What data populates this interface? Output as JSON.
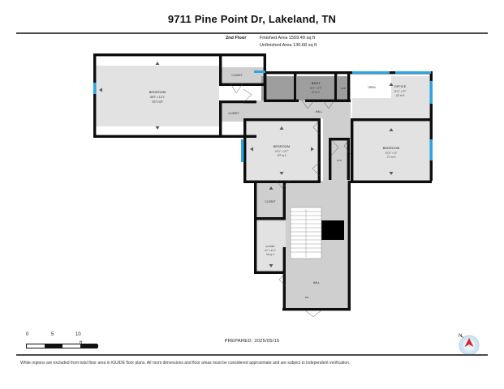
{
  "header": {
    "title": "9711 Pine Point Dr, Lakeland, TN",
    "floor_label": "2nd Floor",
    "finished_area": "Finished Area 1559.49 sq ft",
    "unfinished_area": "Unfinished Area 136.68 sq ft"
  },
  "rooms": {
    "bedroom_left": {
      "name": "BEDROOM",
      "dims": "34'5\" x 12'1\"",
      "area": "322 sq ft"
    },
    "bedroom_center": {
      "name": "BEDROOM",
      "dims": "14'11\" x 12'7\"",
      "area": "187 sq ft"
    },
    "bedroom_right": {
      "name": "BEDROOM",
      "dims": "15'11\" x 12'",
      "area": "171 sq ft"
    },
    "bath": {
      "name": "BATH",
      "dims": "12'1\" x 5'3\"",
      "area": "63 sq ft"
    },
    "office": {
      "name": "OFFICE",
      "dims": "15'11\" x 9'7\"",
      "area": "122 sq ft"
    },
    "closet_lower": {
      "name": "CLOSET",
      "dims": "4'7\" x 11'7\"",
      "area": "55 sq ft"
    },
    "closet_top": {
      "name": "CLOSET"
    },
    "closet_mid": {
      "name": "CLOSET"
    },
    "closet_stair": {
      "name": "CLOSET"
    },
    "clo_bath": {
      "name": "CLO"
    },
    "clo_bedroom": {
      "name": "CLO"
    },
    "open": {
      "name": "OPEN"
    },
    "hall_upper": {
      "name": "HALL"
    },
    "hall_lower": {
      "name": "HALL"
    },
    "stairs_down": {
      "name": "DN"
    }
  },
  "scale": {
    "tick_0": "0",
    "tick_5": "5",
    "tick_10": "10",
    "unit": "ft"
  },
  "footer": {
    "prepared": "PREPARED: 2025/05/15",
    "disclaimer": "White regions are excluded from total floor area in iGUIDE floor plans. All room dimensions and floor areas must be considered approximate and are subject to independent verification."
  },
  "compass": {
    "label": "N"
  },
  "colors": {
    "wall": "#0d0d0d",
    "room_light": "#e2e2e2",
    "room_mid": "#cfcfcf",
    "room_dark": "#9e9e9e",
    "window": "#2ba6e0",
    "compass_needle": "#d7262f",
    "compass_body": "#cfe4f2"
  }
}
